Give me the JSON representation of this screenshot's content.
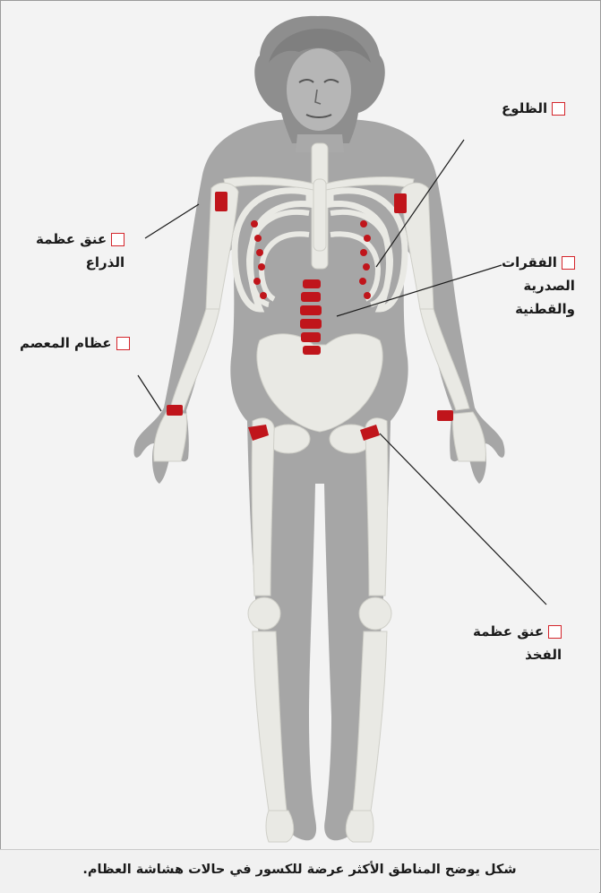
{
  "labels": {
    "ribs": "الظلوع",
    "humerus_line1": "عنق عظمة",
    "humerus_line2": "الذراع",
    "vertebrae_line1": "الفقرات",
    "vertebrae_line2": "الصدرية",
    "vertebrae_line3": "والقطنية",
    "wrist": "عظام المعصم",
    "femur_line1": "عنق عظمة",
    "femur_line2": "الفخذ"
  },
  "caption": "شكل يوضح المناطق الأكثر عرضة للكسور في حالات هشاشة العظام.",
  "colors": {
    "background": "#f3f3f3",
    "body": "#a3a3a3",
    "bone": "#e9e9e4",
    "fracture": "#c0151b",
    "marker": "#d4252b"
  }
}
